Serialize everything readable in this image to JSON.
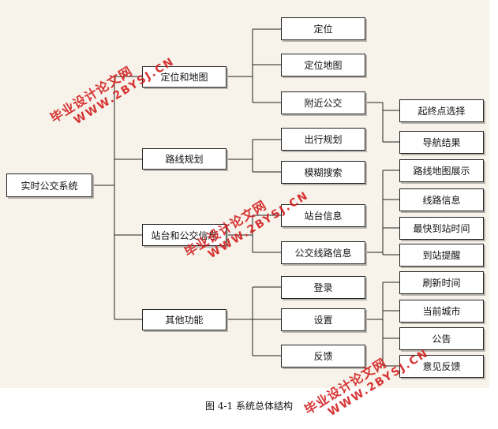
{
  "root": "实时公交系统",
  "groups": {
    "g1": {
      "label": "定位和地图",
      "items": [
        "定位",
        "定位地图",
        "附近公交"
      ],
      "sub": [
        "起终点选择",
        "导航结果"
      ]
    },
    "g2": {
      "label": "路线规划",
      "items": [
        "出行规划",
        "模糊搜索"
      ],
      "sub": [
        "路线地图展示",
        "线路信息",
        "最快到站时间",
        "到站提醒"
      ]
    },
    "g3": {
      "label": "站台和公交信息",
      "items": [
        "站台信息",
        "公交线路信息"
      ]
    },
    "g4": {
      "label": "其他功能",
      "items": [
        "登录",
        "设置",
        "反馈"
      ],
      "sub": [
        "刷新时间",
        "当前城市",
        "公告",
        "意见反馈"
      ]
    }
  },
  "caption": "图 4-1 系统总体结构",
  "watermarks": [
    {
      "line1": "毕业设计论文网",
      "line2": "WWW.2BYSJ.CN"
    },
    {
      "line1": "毕业设计论文网",
      "line2": "WWW.2BYSJ.CN"
    },
    {
      "line1": "毕业设计论文网",
      "line2": "WWW.2BYSJ.CN"
    }
  ],
  "colors": {
    "panel": "#f7f3ea",
    "line": "#222222",
    "watermark": "#d32020"
  }
}
